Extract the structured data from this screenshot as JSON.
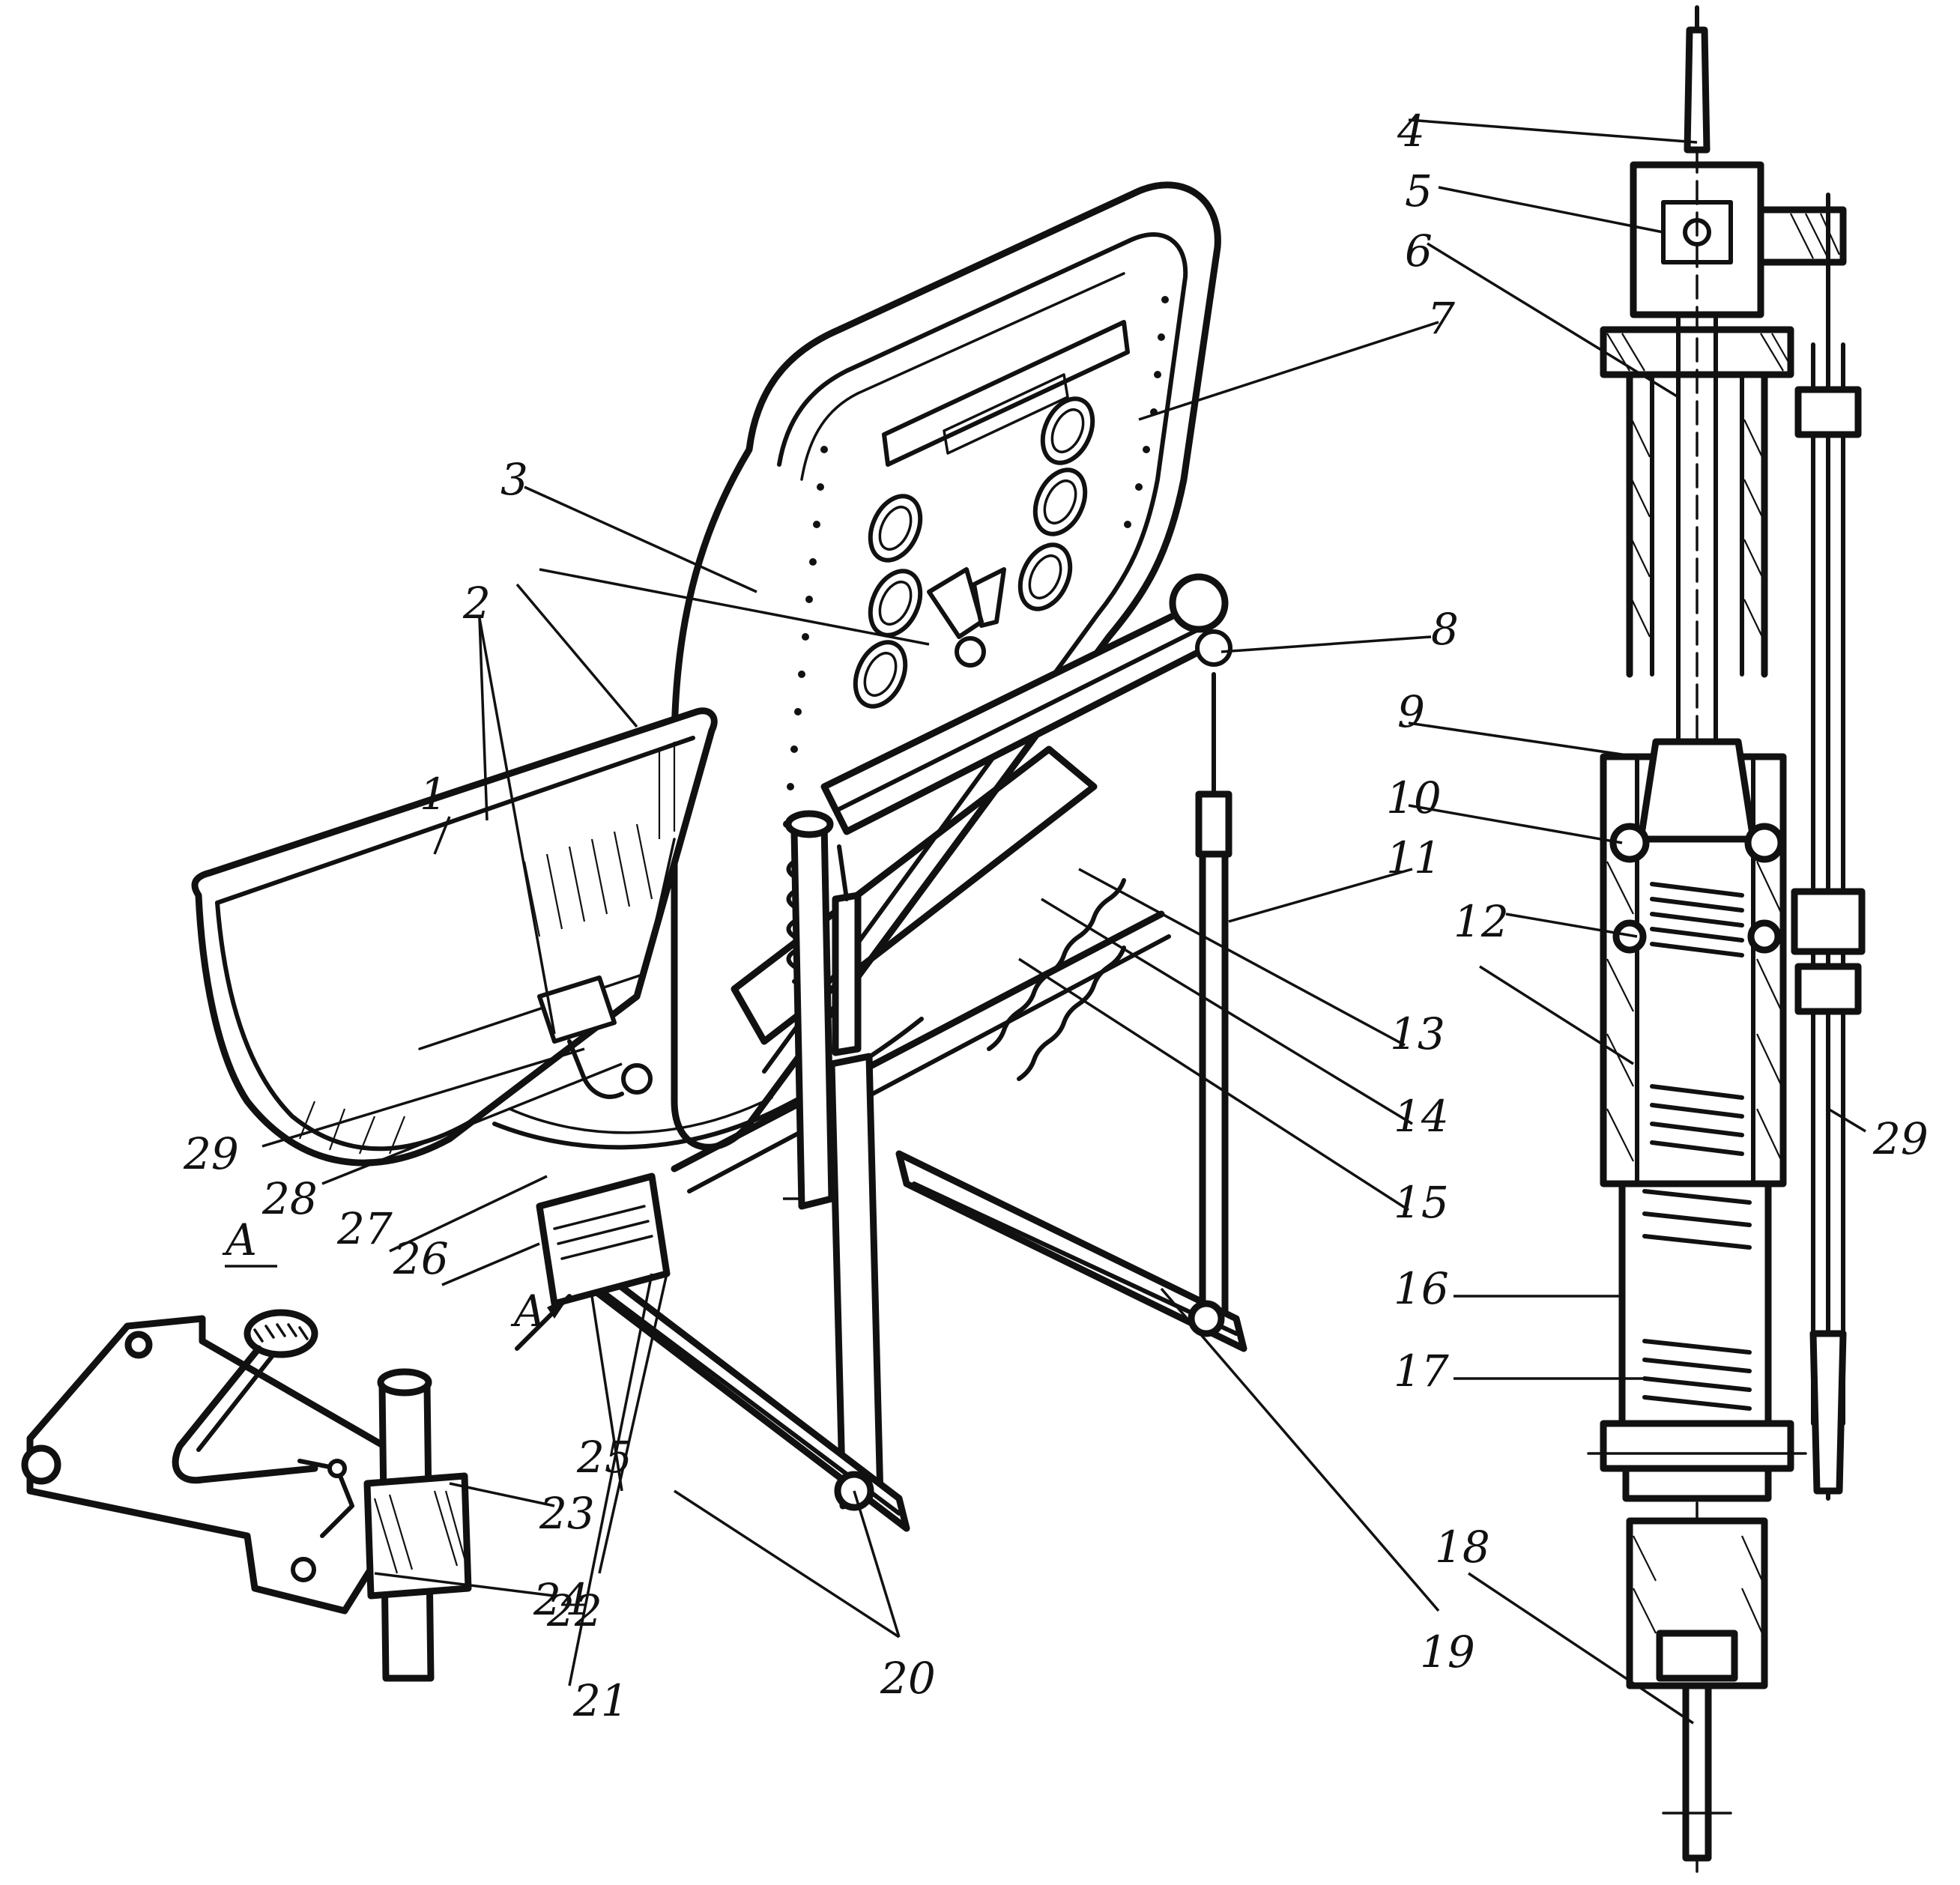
{
  "diagram": {
    "view_label": "А",
    "view_arrow_label": "А",
    "callouts": [
      {
        "id": "c1",
        "text": "1"
      },
      {
        "id": "c2",
        "text": "2"
      },
      {
        "id": "c3",
        "text": "3"
      },
      {
        "id": "c4",
        "text": "4"
      },
      {
        "id": "c5",
        "text": "5"
      },
      {
        "id": "c6",
        "text": "6"
      },
      {
        "id": "c7",
        "text": "7"
      },
      {
        "id": "c8",
        "text": "8"
      },
      {
        "id": "c9",
        "text": "9"
      },
      {
        "id": "c10",
        "text": "10"
      },
      {
        "id": "c11",
        "text": "11"
      },
      {
        "id": "c12",
        "text": "12"
      },
      {
        "id": "c13",
        "text": "13"
      },
      {
        "id": "c14",
        "text": "14"
      },
      {
        "id": "c15",
        "text": "15"
      },
      {
        "id": "c16",
        "text": "16"
      },
      {
        "id": "c17",
        "text": "17"
      },
      {
        "id": "c18",
        "text": "18"
      },
      {
        "id": "c19",
        "text": "19"
      },
      {
        "id": "c20",
        "text": "20"
      },
      {
        "id": "c21",
        "text": "21"
      },
      {
        "id": "c22",
        "text": "22"
      },
      {
        "id": "c23",
        "text": "23"
      },
      {
        "id": "c24",
        "text": "24"
      },
      {
        "id": "c25",
        "text": "25"
      },
      {
        "id": "c26",
        "text": "26"
      },
      {
        "id": "c27",
        "text": "27"
      },
      {
        "id": "c28",
        "text": "28"
      },
      {
        "id": "c29a",
        "text": "29"
      },
      {
        "id": "c29b",
        "text": "29"
      }
    ]
  }
}
